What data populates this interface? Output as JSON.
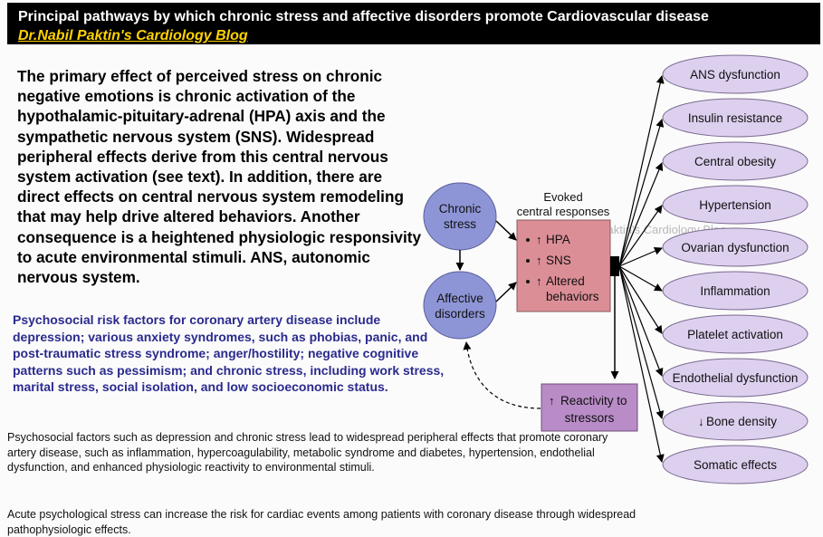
{
  "header": {
    "title": "Principal pathways by which chronic stress and affective disorders promote Cardiovascular disease",
    "blog_link": "Dr.Nabil Paktin's Cardiology Blog "
  },
  "intro_text": "The primary effect of perceived stress on chronic negative emotions is chronic activation of the hypothalamic-pituitary-adrenal (HPA) axis and the sympathetic nervous system (SNS). Widespread peripheral effects derive from this central nervous system activation (see text). In addition, there are direct effects on central nervous system remodeling that may help drive altered behaviors. Another consequence is a heightened physiologic responsivity to acute environmental stimuli. ANS, autonomic nervous system.",
  "risk_text": "Psychosocial risk factors for coronary artery disease include depression; various anxiety syndromes, such as phobias, panic, and post-traumatic stress syndrome; anger/hostility; negative cognitive patterns such as pessimism; and chronic stress, including work stress, marital stress, social isolation, and low socioeconomic status.",
  "paragraph1": "Psychosocial factors such as depression and chronic stress lead to widespread peripheral effects that promote coronary artery disease, such as inflammation, hypercoagulability, metabolic syndrome and diabetes, hypertension, endothelial dysfunction, and enhanced physiologic reactivity to environmental stimuli.",
  "paragraph2": "Acute psychological stress can increase the risk for cardiac events among patients with coronary disease through widespread pathophysiologic effects.",
  "watermark": "Dr.Nabil Paktin's Cardiology Blog",
  "diagram": {
    "chronic_stress": [
      "Chronic",
      "stress"
    ],
    "affective_disorders": [
      "Affective",
      "disorders"
    ],
    "evoked_title": [
      "Evoked",
      "central responses"
    ],
    "responses": [
      "HPA",
      "SNS",
      "Altered",
      "behaviors"
    ],
    "reactivity": [
      "Reactivity to",
      "stressors"
    ],
    "outcomes": [
      "ANS dysfunction",
      "Insulin resistance",
      "Central obesity",
      "Hypertension",
      "Ovarian dysfunction",
      "Inflammation",
      "Platelet activation",
      "Endothelial dysfunction",
      "Bone density",
      "Somatic effects"
    ],
    "colors": {
      "ellipse_fill": "#8e95d6",
      "outcome_fill": "#ddd0ef",
      "box_fill": "#dc8e96",
      "reactivity_fill": "#b98cc7"
    }
  }
}
